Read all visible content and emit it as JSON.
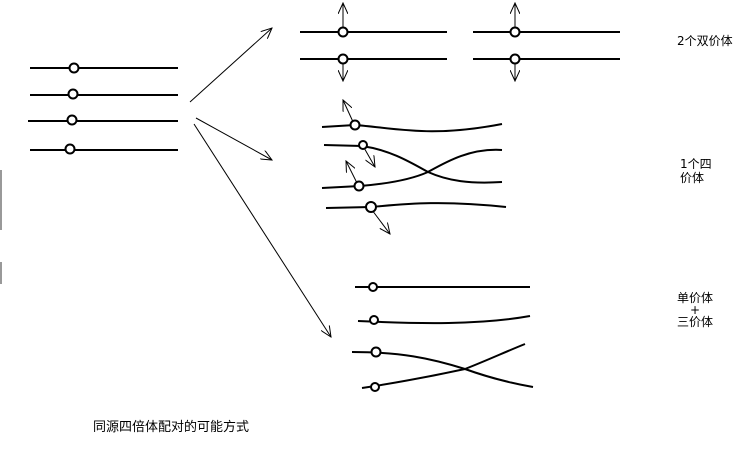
{
  "labels": {
    "bivalent": "2个双价体",
    "quadrivalent_line1": "1个四",
    "quadrivalent_line2": "价体",
    "univalent": "单价体",
    "plus": "+",
    "trivalent": "三价体",
    "caption": "同源四倍体配对的可能方式"
  },
  "colors": {
    "line": "#000000",
    "background": "#ffffff"
  }
}
